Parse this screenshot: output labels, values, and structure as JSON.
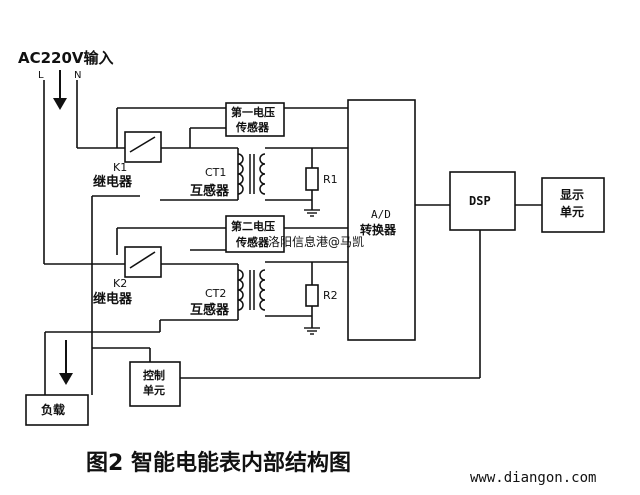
{
  "input": {
    "title": "AC220V输入",
    "line_l": "L",
    "line_n": "N"
  },
  "relays": [
    {
      "id": "K1",
      "label": "继电器"
    },
    {
      "id": "K2",
      "label": "继电器"
    }
  ],
  "sensors": [
    {
      "line1": "第一电压",
      "line2": "传感器"
    },
    {
      "line1": "第二电压",
      "line2": "传感器"
    }
  ],
  "transformers": [
    {
      "id": "CT1",
      "label": "互感器"
    },
    {
      "id": "CT2",
      "label": "互感器"
    }
  ],
  "resistors": [
    "R1",
    "R2"
  ],
  "adc": {
    "line1": "A/D",
    "line2": "转换器"
  },
  "dsp": "DSP",
  "display": {
    "line1": "显示",
    "line2": "单元"
  },
  "control": {
    "line1": "控制",
    "line2": "单元"
  },
  "load": "负载",
  "watermark": "洛阳信息港@马凯",
  "caption": "图2  智能电能表内部结构图",
  "site": "www.diangon.com"
}
